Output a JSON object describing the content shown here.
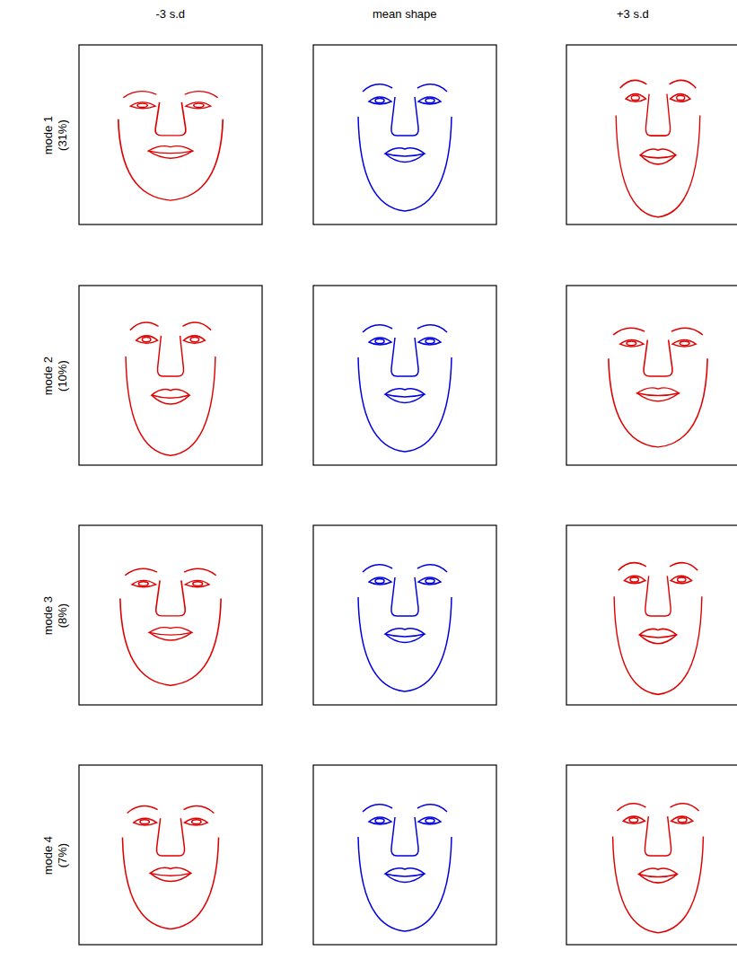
{
  "diagram": {
    "labels": [
      "-3 s.d",
      "mean shape",
      "+3 s.d",
      "mode 1 (31%)",
      "mode 2 (10%)",
      "mode 3 (8%)",
      "mode 4 (7%)"
    ]
  }
}
